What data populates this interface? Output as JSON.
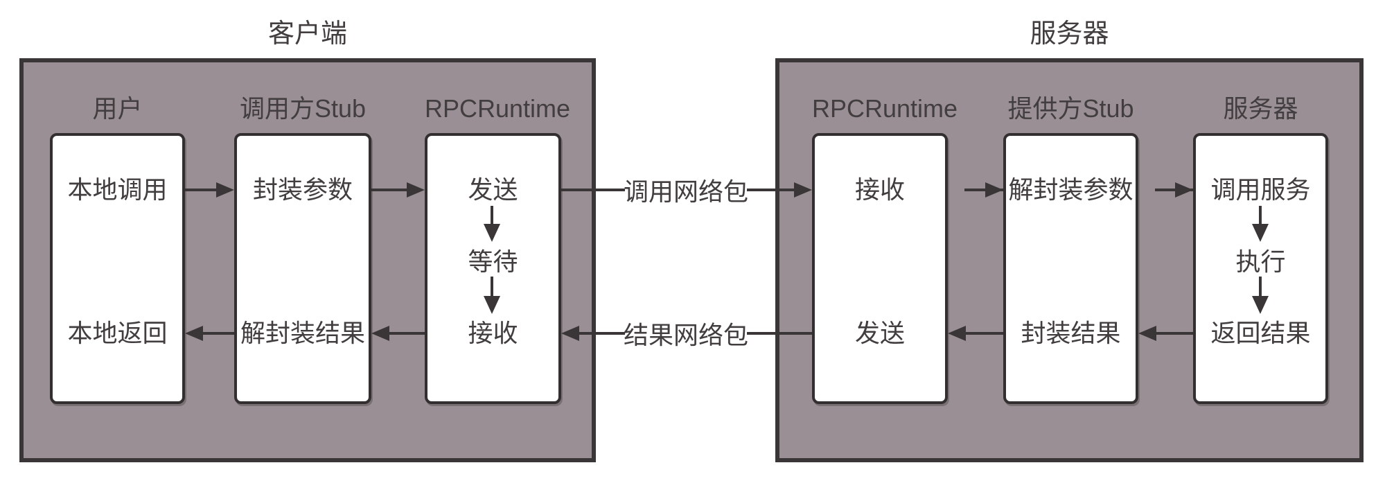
{
  "client": {
    "title": "客户端",
    "columns": [
      {
        "label": "用户",
        "steps": [
          "本地调用",
          "本地返回"
        ]
      },
      {
        "label": "调用方Stub",
        "steps": [
          "封装参数",
          "解封装结果"
        ]
      },
      {
        "label": "RPCRuntime",
        "steps": [
          "发送",
          "等待",
          "接收"
        ]
      }
    ]
  },
  "server": {
    "title": "服务器",
    "columns": [
      {
        "label": "RPCRuntime",
        "steps": [
          "接收",
          "发送"
        ]
      },
      {
        "label": "提供方Stub",
        "steps": [
          "解封装参数",
          "封装结果"
        ]
      },
      {
        "label": "服务器",
        "steps": [
          "调用服务",
          "执行",
          "返回结果"
        ]
      }
    ]
  },
  "network": {
    "request_label": "调用网络包",
    "response_label": "结果网络包"
  },
  "colors": {
    "panel_fill": "#9a8f94",
    "line_dark": "#3a3637",
    "box_fill": "#ffffff",
    "text": "#423e3f",
    "background": "#ffffff"
  }
}
